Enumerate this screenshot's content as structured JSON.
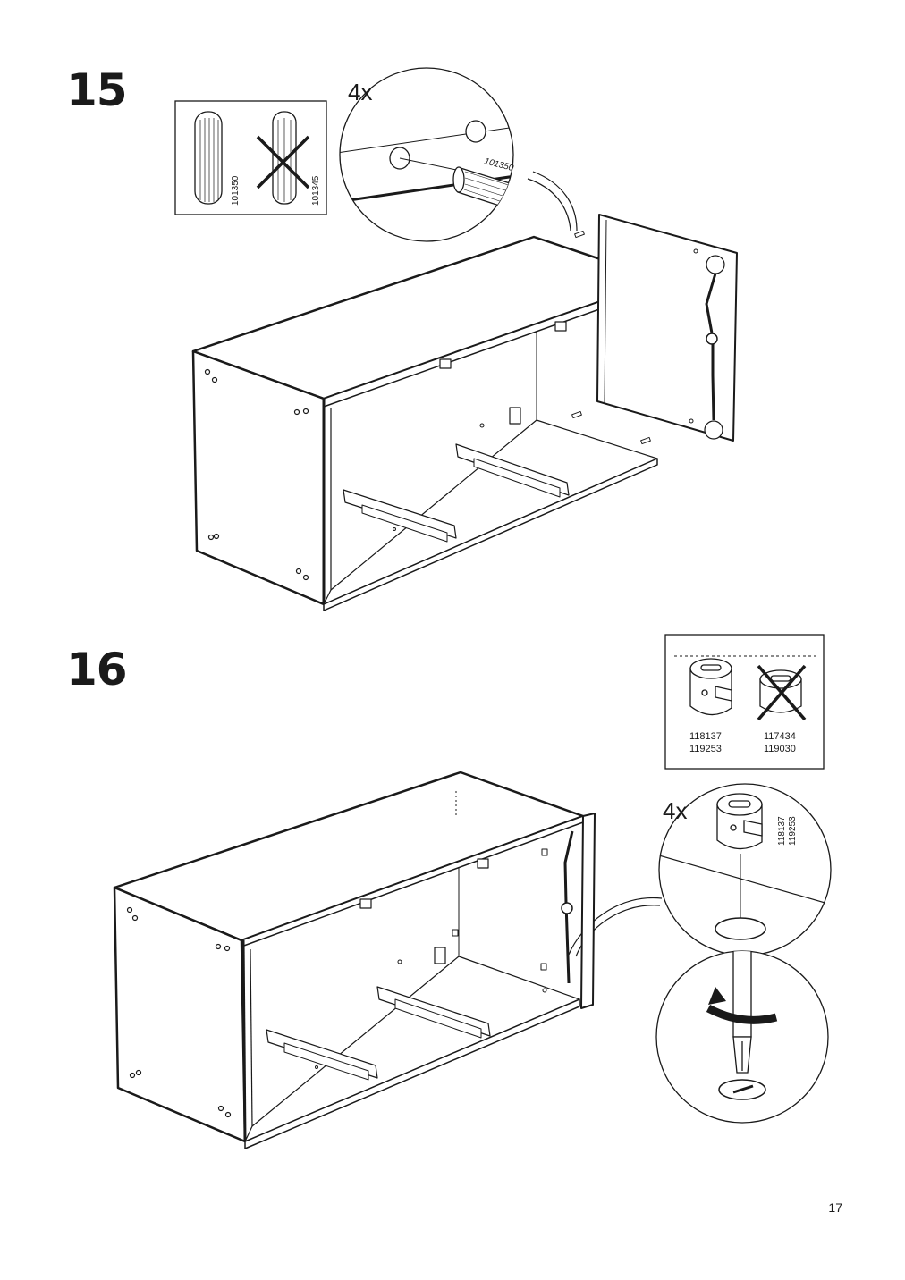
{
  "page": {
    "number": "17"
  },
  "steps": [
    {
      "number": "15",
      "quantity": "4x",
      "part_number": "101350",
      "parts_box": {
        "correct_part": "101350",
        "wrong_part": "101345"
      }
    },
    {
      "number": "16",
      "quantity": "4x",
      "part_numbers": [
        "118137",
        "119253"
      ],
      "parts_box": {
        "correct_parts": [
          "118137",
          "119253"
        ],
        "wrong_parts": [
          "117434",
          "119030"
        ]
      }
    }
  ],
  "icons": {
    "dowel": "wooden-dowel-icon",
    "cam_lock": "cam-lock-icon",
    "screwdriver": "screwdriver-icon",
    "rotate": "rotate-clockwise-icon",
    "wrong": "cross-out-icon"
  }
}
